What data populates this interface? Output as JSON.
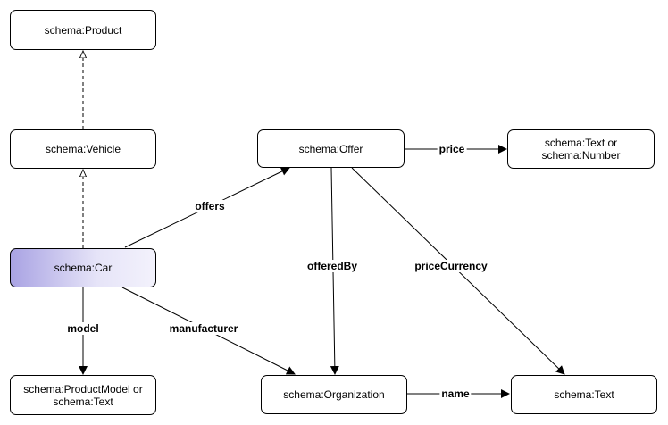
{
  "nodes": {
    "product": "schema:Product",
    "vehicle": "schema:Vehicle",
    "car": "schema:Car",
    "product_model": "schema:ProductModel or\nschema:Text",
    "offer": "schema:Offer",
    "text_or_number": "schema:Text or\nschema:Number",
    "organization": "schema:Organization",
    "text": "schema:Text"
  },
  "edges": {
    "offers": "offers",
    "price": "price",
    "offered_by": "offeredBy",
    "price_currency": "priceCurrency",
    "model": "model",
    "manufacturer": "manufacturer",
    "name": "name"
  },
  "colors": {
    "car_gradient_start": "#a9a3e3",
    "car_gradient_end": "#f3f2fc"
  }
}
